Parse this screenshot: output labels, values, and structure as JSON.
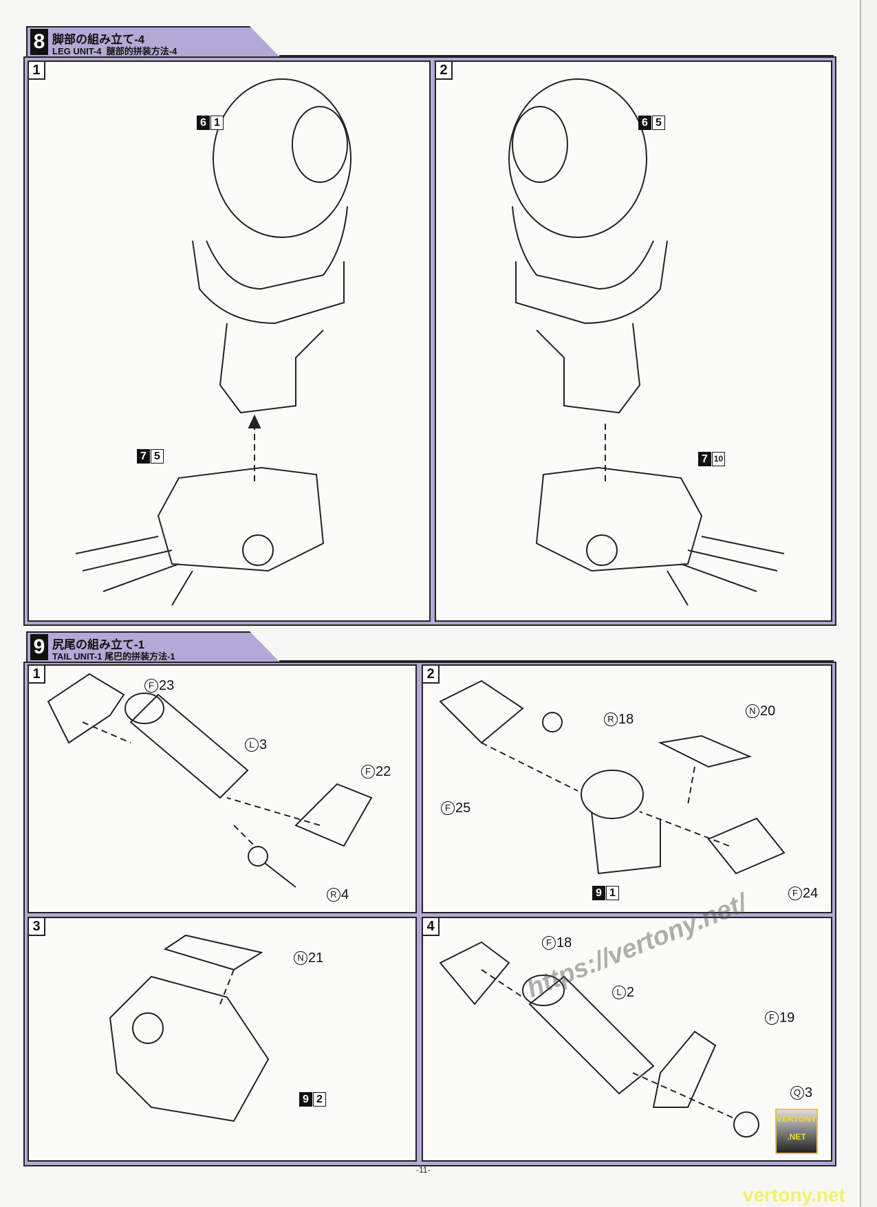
{
  "section8": {
    "number": "8",
    "title_jp": "脚部の組み立て-4",
    "title_en": "LEG UNIT-4",
    "title_cn": "腿部的拼装方法-4",
    "panels": [
      {
        "step": "1",
        "parts": [
          {
            "tag": [
              "6",
              "1"
            ]
          },
          {
            "tag": [
              "7",
              "5"
            ]
          }
        ]
      },
      {
        "step": "2",
        "parts": [
          {
            "tag": [
              "6",
              "5"
            ]
          },
          {
            "tag": [
              "7",
              "10"
            ]
          }
        ]
      }
    ]
  },
  "section9": {
    "number": "9",
    "title_jp": "尻尾の組み立て-1",
    "title_en": "TAIL UNIT-1",
    "title_cn": "尾巴的拼装方法-1",
    "panels": [
      {
        "step": "1",
        "parts": [
          {
            "runner": "F",
            "num": "23"
          },
          {
            "runner": "L",
            "num": "3"
          },
          {
            "runner": "F",
            "num": "22"
          },
          {
            "runner": "R",
            "num": "4"
          }
        ]
      },
      {
        "step": "2",
        "parts": [
          {
            "runner": "R",
            "num": "18"
          },
          {
            "runner": "N",
            "num": "20"
          },
          {
            "runner": "F",
            "num": "25"
          },
          {
            "tag": [
              "9",
              "1"
            ]
          },
          {
            "runner": "F",
            "num": "24"
          }
        ]
      },
      {
        "step": "3",
        "parts": [
          {
            "runner": "N",
            "num": "21"
          },
          {
            "tag": [
              "9",
              "2"
            ]
          }
        ]
      },
      {
        "step": "4",
        "parts": [
          {
            "runner": "F",
            "num": "18"
          },
          {
            "runner": "L",
            "num": "2"
          },
          {
            "runner": "F",
            "num": "19"
          },
          {
            "runner": "Q",
            "num": "3"
          }
        ]
      }
    ]
  },
  "page_number": "-11-",
  "watermark": {
    "url": "https://vertony.net/",
    "logo": "VERTONY .NET",
    "footer": "vertony.net"
  }
}
